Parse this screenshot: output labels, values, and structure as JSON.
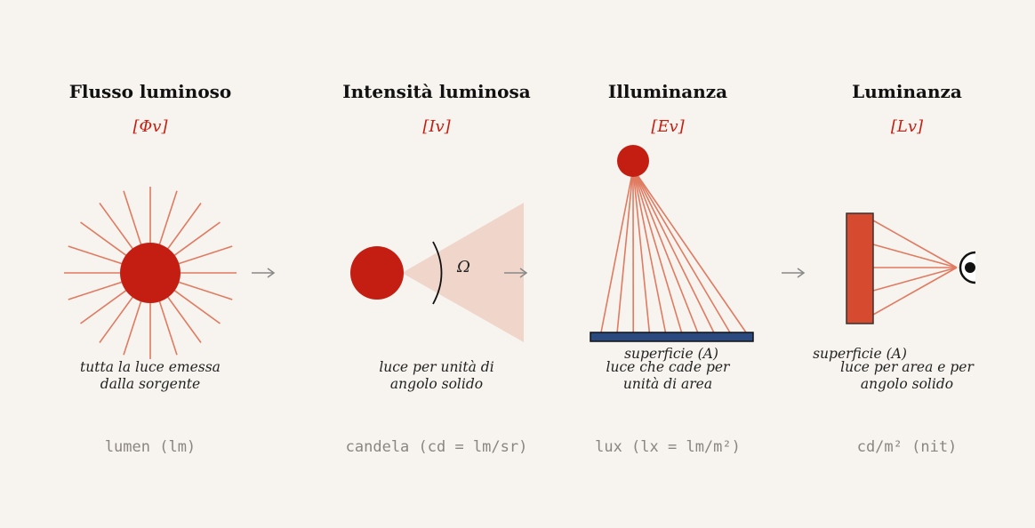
{
  "colors": {
    "background": "#f7f4ef",
    "source_red": "#c41e12",
    "ray_salmon": "#e07a60",
    "cone_fill": "#f0d6ca",
    "surface_blue": "#2a4a80",
    "panel_red": "#d64a30",
    "arrow_gray": "#888888"
  },
  "panels": [
    {
      "title": "Flusso luminoso",
      "symbol": "[Φv]",
      "desc_line1": "tutta la luce emessa",
      "desc_line2": "dalla sorgente",
      "unit": "lumen (lm)"
    },
    {
      "title": "Intensità luminosa",
      "symbol": "[Iv]",
      "desc_line1": "luce per unità di",
      "desc_line2": "angolo solido",
      "unit": "candela (cd = lm/sr)",
      "angle_label": "Ω"
    },
    {
      "title": "Illuminanza",
      "symbol": "[Ev]",
      "surface_label": "superficie (A)",
      "desc_line1": "luce che cade per",
      "desc_line2": "unità di area",
      "unit": "lux (lx = lm/m²)"
    },
    {
      "title": "Luminanza",
      "symbol": "[Lv]",
      "surface_label": "superficie (A)",
      "desc_line1": "luce per area e per",
      "desc_line2": "angolo solido",
      "unit": "cd/m² (nit)"
    }
  ],
  "icons": {
    "arrow": "arrow-right-icon",
    "eye": "eye-icon"
  }
}
